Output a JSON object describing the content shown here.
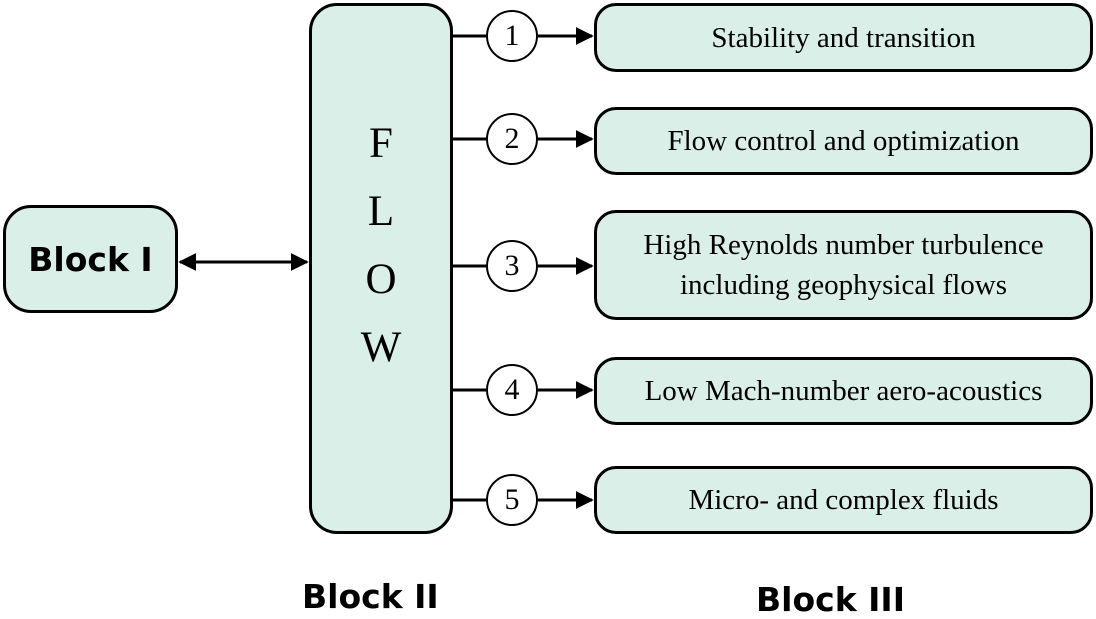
{
  "block1": {
    "label": "Block I"
  },
  "flow": {
    "letters": [
      "F",
      "L",
      "O",
      "W"
    ]
  },
  "items": [
    {
      "number": "1",
      "lines": [
        "Stability and transition"
      ]
    },
    {
      "number": "2",
      "lines": [
        "Flow control and optimization"
      ]
    },
    {
      "number": "3",
      "lines": [
        "High Reynolds number turbulence",
        "including geophysical flows"
      ]
    },
    {
      "number": "4",
      "lines": [
        "Low Mach-number aero-acoustics"
      ]
    },
    {
      "number": "5",
      "lines": [
        "Micro- and complex fluids"
      ]
    }
  ],
  "labels": {
    "block2": "Block II",
    "block3": "Block III"
  },
  "colors": {
    "box_fill": "#d9efe8",
    "stroke": "#000000",
    "background": "#ffffff"
  }
}
